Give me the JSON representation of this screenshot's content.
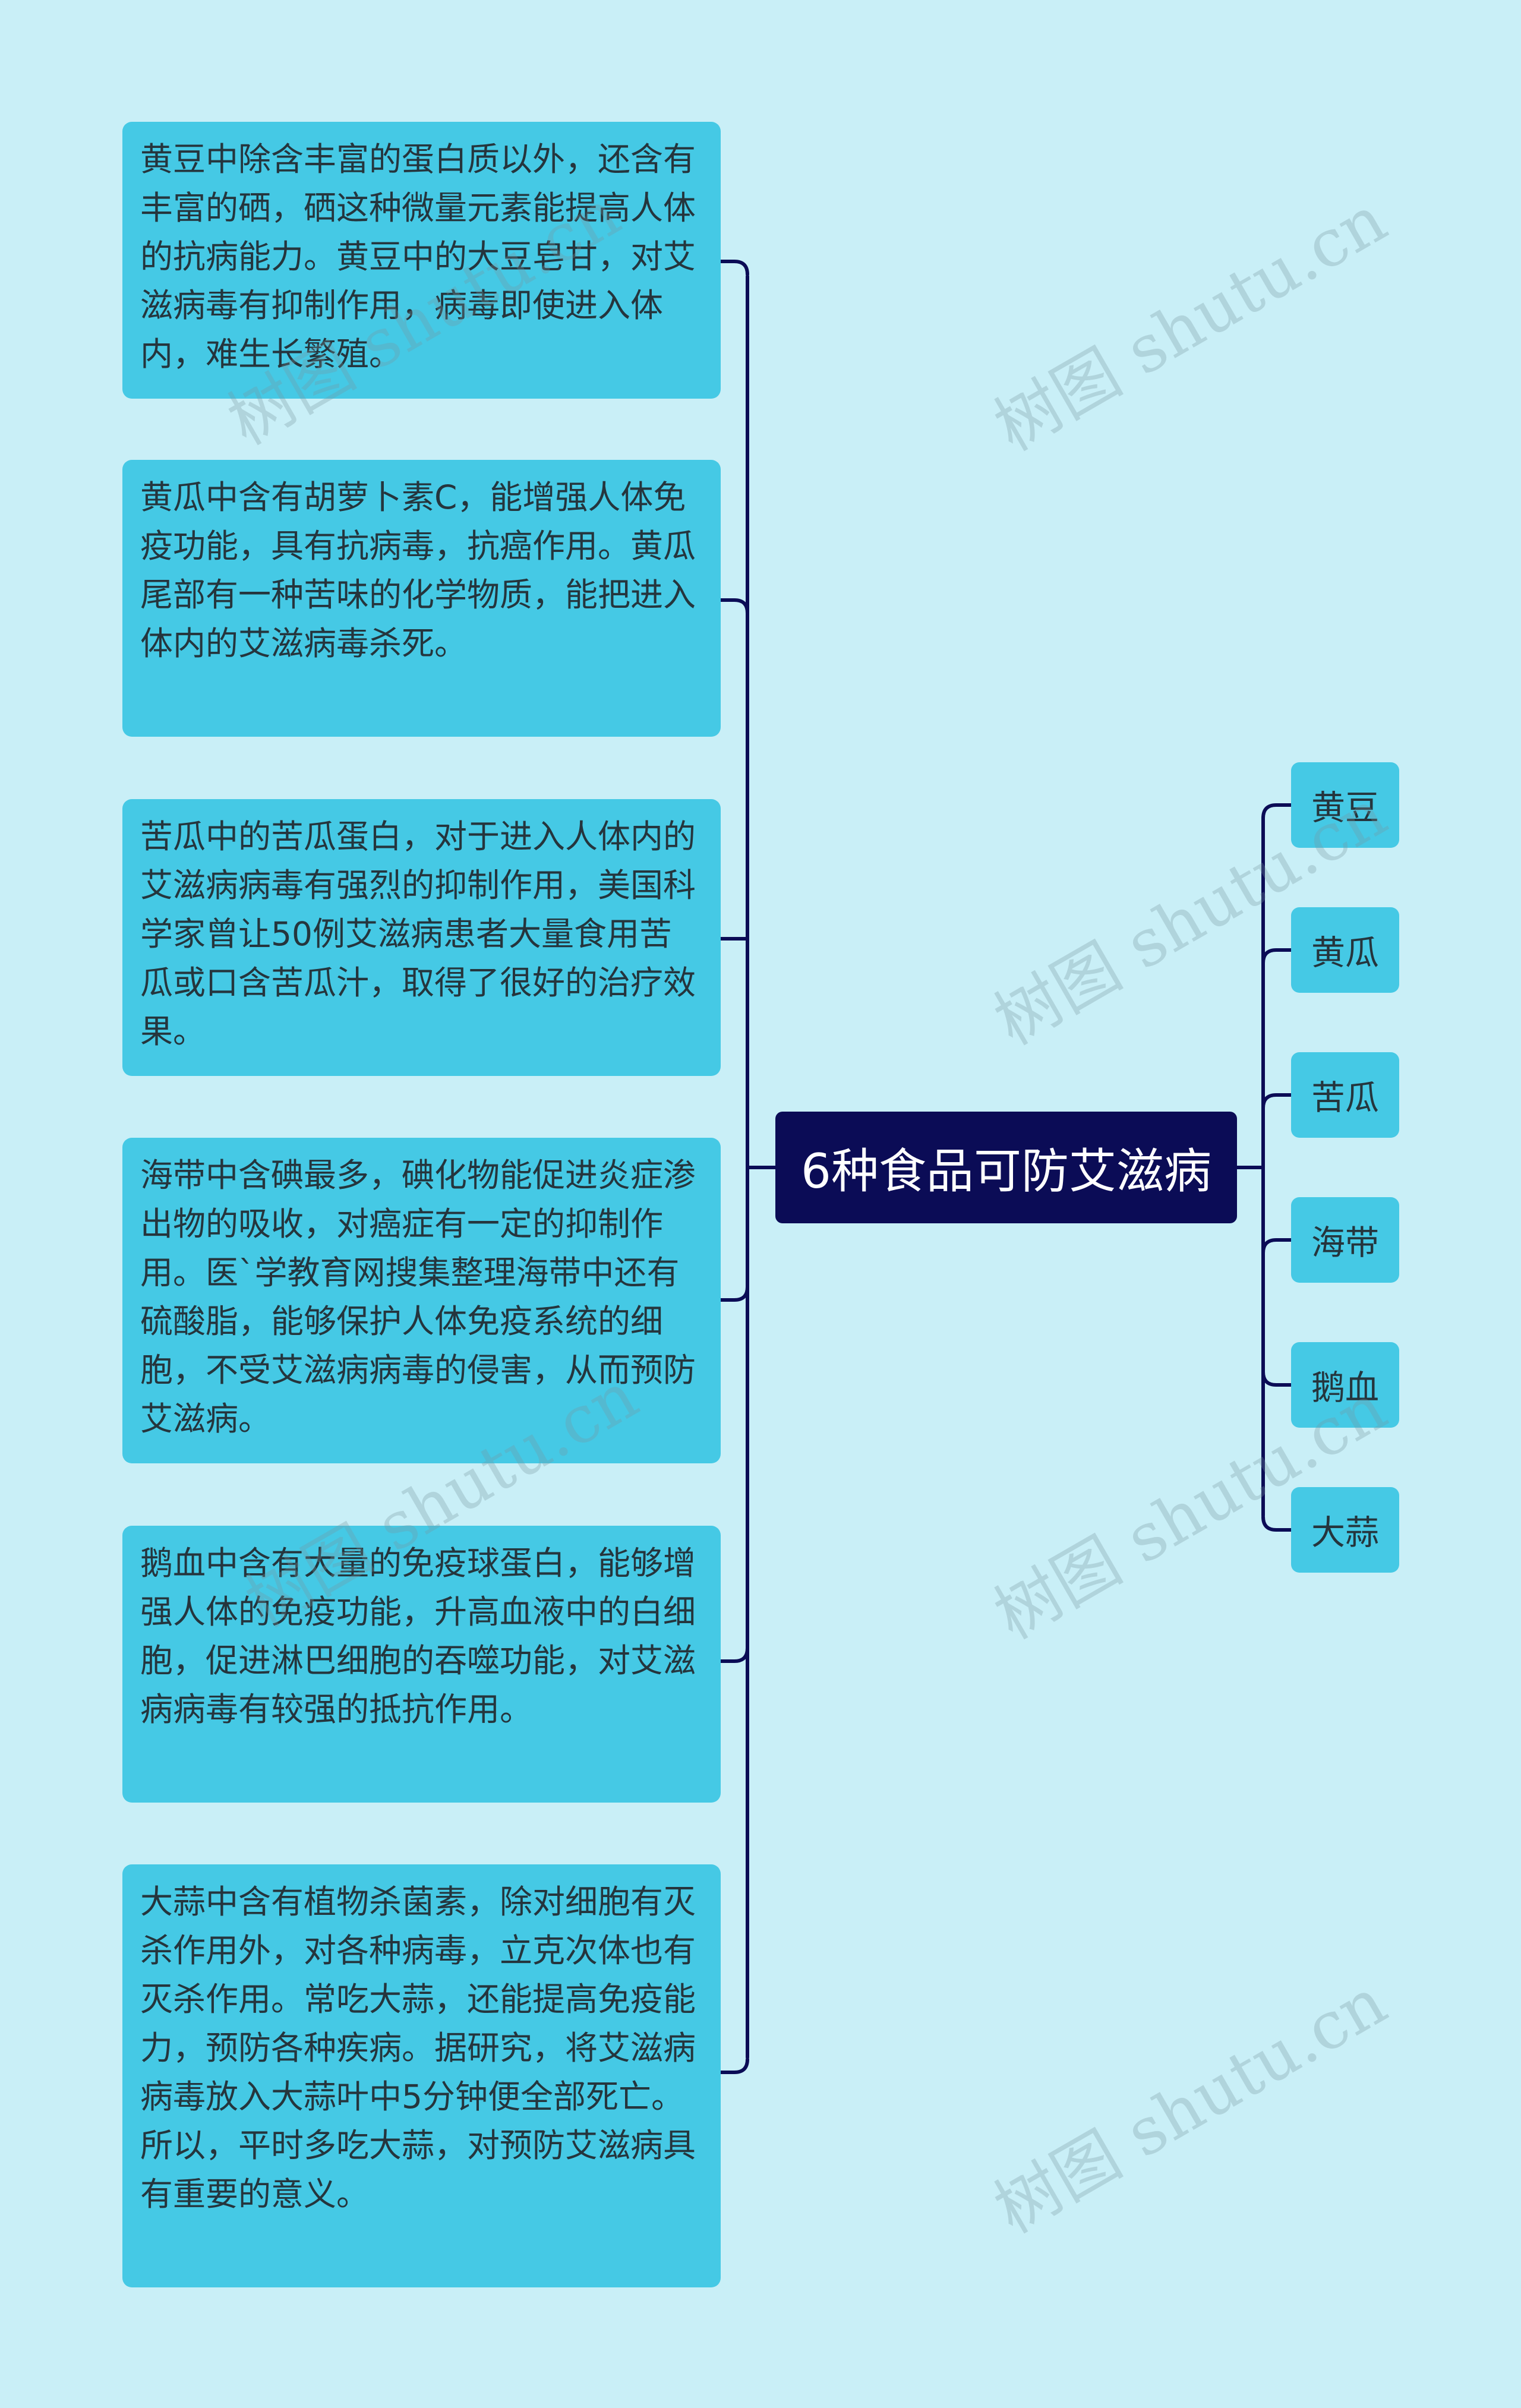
{
  "root": {
    "label": "6种食品可防艾滋病"
  },
  "branches": [
    {
      "label": "黄豆",
      "detail": "黄豆中除含丰富的蛋白质以外，还含有丰富的硒，硒这种微量元素能提高人体的抗病能力。黄豆中的大豆皂甘，对艾滋病毒有抑制作用，病毒即使进入体内，难生长繁殖。"
    },
    {
      "label": "黄瓜",
      "detail": "黄瓜中含有胡萝卜素C，能增强人体免疫功能，具有抗病毒，抗癌作用。黄瓜尾部有一种苦味的化学物质，能把进入体内的艾滋病毒杀死。"
    },
    {
      "label": "苦瓜",
      "detail": "苦瓜中的苦瓜蛋白，对于进入人体内的艾滋病病毒有强烈的抑制作用，美国科学家曾让50例艾滋病患者大量食用苦瓜或口含苦瓜汁，取得了很好的治疗效果。"
    },
    {
      "label": "海带",
      "detail": "海带中含碘最多，碘化物能促进炎症渗出物的吸收，对癌症有一定的抑制作用。医`学教育网搜集整理海带中还有硫酸脂，能够保护人体免疫系统的细胞，不受艾滋病病毒的侵害，从而预防艾滋病。"
    },
    {
      "label": "鹅血",
      "detail": "鹅血中含有大量的免疫球蛋白，能够增强人体的免疫功能，升高血液中的白细胞，促进淋巴细胞的吞噬功能，对艾滋病病毒有较强的抵抗作用。"
    },
    {
      "label": "大蒜",
      "detail": "大蒜中含有植物杀菌素，除对细胞有灭杀作用外，对各种病毒，立克次体也有灭杀作用。常吃大蒜，还能提高免疫能力，预防各种疾病。据研究，将艾滋病病毒放入大蒜叶中5分钟便全部死亡。所以，平时多吃大蒜，对预防艾滋病具有重要的意义。"
    }
  ],
  "watermark": "树图 shutu.cn",
  "colors": {
    "background": "#c9eff7",
    "node": "#45c9e5",
    "root": "#0b0c56",
    "line": "#0b0c56"
  }
}
